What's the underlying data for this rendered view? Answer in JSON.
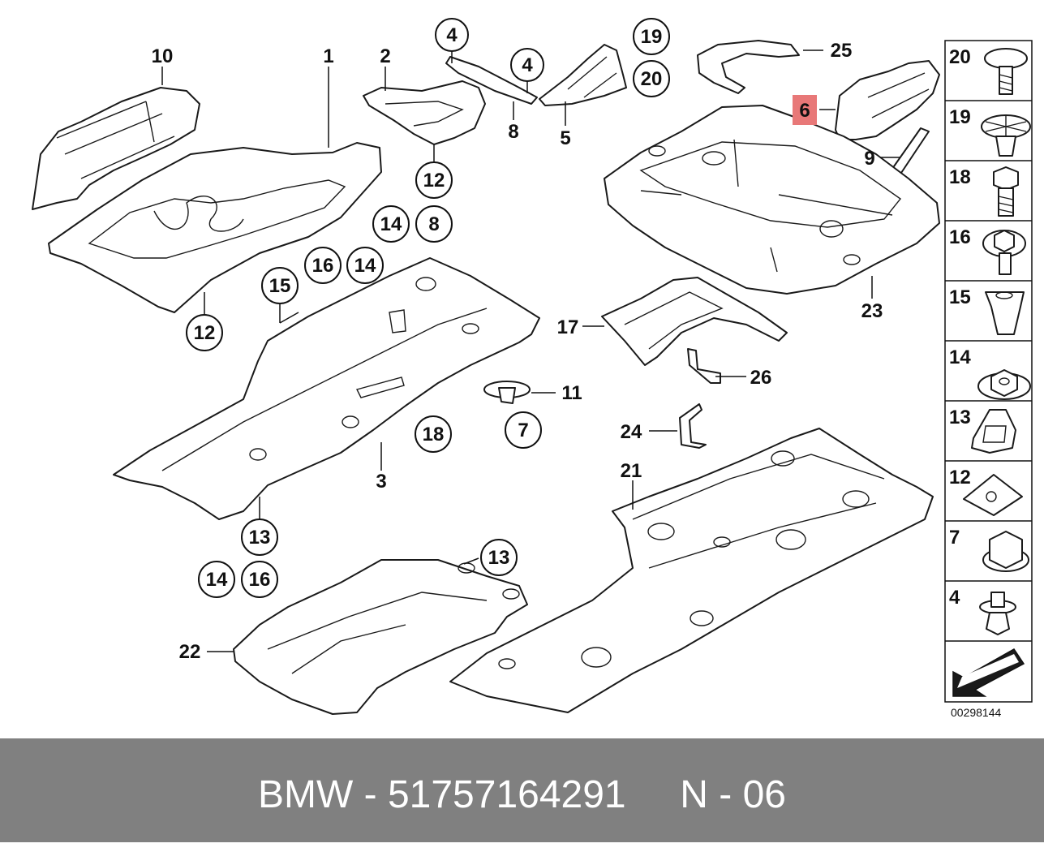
{
  "diagram": {
    "callouts": [
      {
        "id": "c10",
        "text": "10"
      },
      {
        "id": "c1",
        "text": "1"
      },
      {
        "id": "c2",
        "text": "2"
      },
      {
        "id": "c4a",
        "text": "4"
      },
      {
        "id": "c4b",
        "text": "4"
      },
      {
        "id": "c8a",
        "text": "8"
      },
      {
        "id": "c5",
        "text": "5"
      },
      {
        "id": "c19",
        "text": "19"
      },
      {
        "id": "c20",
        "text": "20"
      },
      {
        "id": "c25",
        "text": "25"
      },
      {
        "id": "c6",
        "text": "6"
      },
      {
        "id": "c9",
        "text": "9"
      },
      {
        "id": "c12a",
        "text": "12"
      },
      {
        "id": "c14a",
        "text": "14"
      },
      {
        "id": "c8b",
        "text": "8"
      },
      {
        "id": "c16a",
        "text": "16"
      },
      {
        "id": "c14b",
        "text": "14"
      },
      {
        "id": "c15",
        "text": "15"
      },
      {
        "id": "c12b",
        "text": "12"
      },
      {
        "id": "c23",
        "text": "23"
      },
      {
        "id": "c17",
        "text": "17"
      },
      {
        "id": "c26",
        "text": "26"
      },
      {
        "id": "c11",
        "text": "11"
      },
      {
        "id": "c7",
        "text": "7"
      },
      {
        "id": "c18",
        "text": "18"
      },
      {
        "id": "c3",
        "text": "3"
      },
      {
        "id": "c24",
        "text": "24"
      },
      {
        "id": "c21",
        "text": "21"
      },
      {
        "id": "c13a",
        "text": "13"
      },
      {
        "id": "c14c",
        "text": "14"
      },
      {
        "id": "c16b",
        "text": "16"
      },
      {
        "id": "c13b",
        "text": "13"
      },
      {
        "id": "c22",
        "text": "22"
      }
    ],
    "highlighted_part": "6",
    "highlight_color": "#e87878",
    "legend": [
      "20",
      "19",
      "18",
      "16",
      "15",
      "14",
      "13",
      "12",
      "7",
      "4"
    ],
    "diagram_code": "00298144"
  },
  "footer": {
    "text": "BMW - 51757164291     N - 06",
    "background": "#808080",
    "color": "#ffffff"
  }
}
